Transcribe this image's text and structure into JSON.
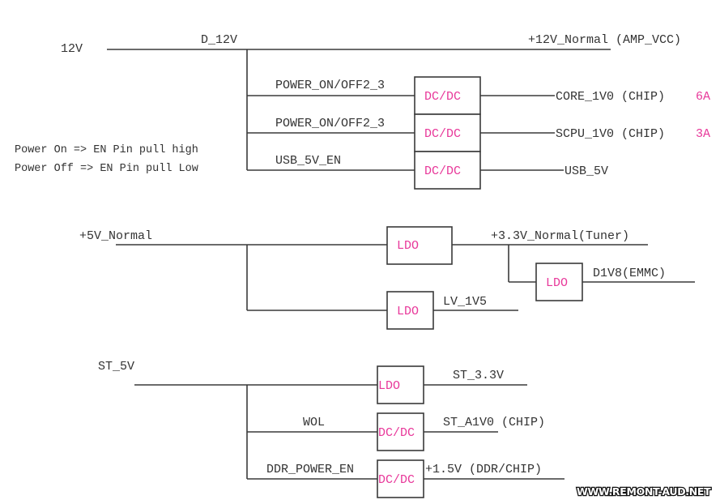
{
  "colors": {
    "wire": "#3a3a3a",
    "text": "#333333",
    "block_label": "#e8389a",
    "current_rating": "#e8389a"
  },
  "section1": {
    "input_label": "12V",
    "rail_label": "D_12V",
    "output_main": "+12V_Normal (AMP_VCC)",
    "note_line1": "Power On => EN Pin pull high",
    "note_line2": "Power Off => EN Pin pull Low",
    "branches": [
      {
        "enable": "POWER_ON/OFF2_3",
        "block": "DC/DC",
        "output": "CORE_1V0 (CHIP)",
        "current": "6A"
      },
      {
        "enable": "POWER_ON/OFF2_3",
        "block": "DC/DC",
        "output": "SCPU_1V0 (CHIP)",
        "current": "3A"
      },
      {
        "enable": "USB_5V_EN",
        "block": "DC/DC",
        "output": "USB_5V",
        "current": ""
      }
    ]
  },
  "section2": {
    "input_label": "+5V_Normal",
    "branches": [
      {
        "block": "LDO",
        "output": "+3.3V_Normal(Tuner)"
      },
      {
        "block": "LDO",
        "output": "D1V8(EMMC)"
      },
      {
        "block": "LDO",
        "output": "LV_1V5"
      }
    ]
  },
  "section3": {
    "input_label": "ST_5V",
    "branches": [
      {
        "enable": "",
        "block": "LDO",
        "output": "ST_3.3V"
      },
      {
        "enable": "WOL",
        "block": "DC/DC",
        "output": "ST_A1V0 (CHIP)"
      },
      {
        "enable": "DDR_POWER_EN",
        "block": "DC/DC",
        "output": "+1.5V (DDR/CHIP)"
      }
    ]
  },
  "watermark": "WWW.REMONT-AUD.NET"
}
